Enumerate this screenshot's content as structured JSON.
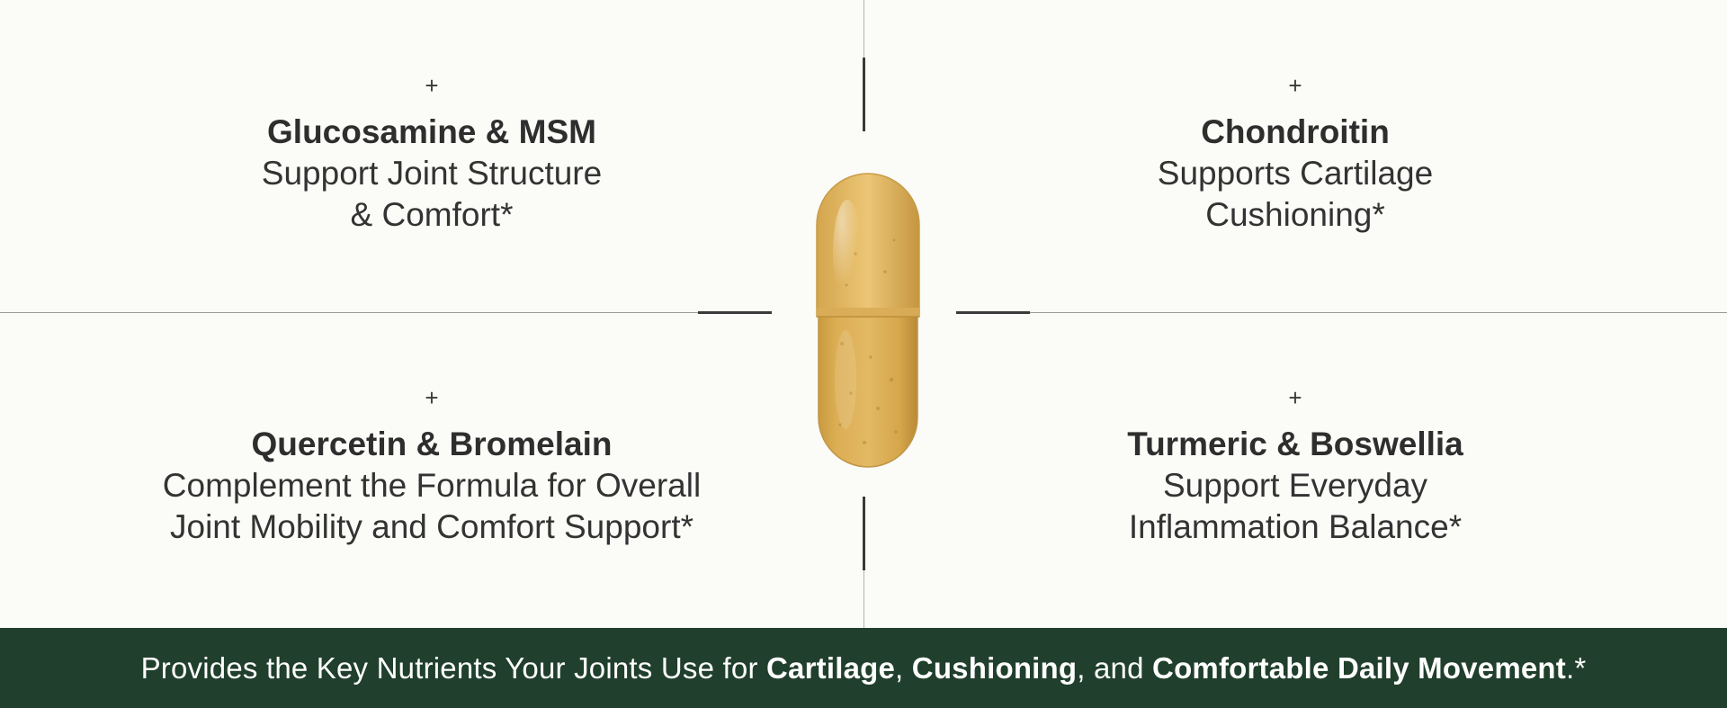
{
  "quadrants": {
    "top_left": {
      "marker": "+",
      "title": "Glucosamine & MSM",
      "line1": "Support Joint Structure",
      "line2": "& Comfort*"
    },
    "top_right": {
      "marker": "+",
      "title": "Chondroitin",
      "line1": "Supports Cartilage",
      "line2": "Cushioning*"
    },
    "bottom_left": {
      "marker": "+",
      "title": "Quercetin & Bromelain",
      "line1": "Complement the Formula for Overall",
      "line2": "Joint Mobility and Comfort Support*"
    },
    "bottom_right": {
      "marker": "+",
      "title": "Turmeric & Boswellia",
      "line1": "Support Everyday",
      "line2": "Inflammation Balance*"
    }
  },
  "footer": {
    "part1": "Provides the Key Nutrients Your Joints Use for ",
    "bold1": "Cartilage",
    "sep1": ", ",
    "bold2": "Cushioning",
    "sep2": ", and ",
    "bold3": "Comfortable Daily Movement",
    "end": ".*"
  },
  "colors": {
    "background": "#fbfbf8",
    "footer_bg": "#203f2c",
    "capsule": "#d9a94a"
  },
  "image": {
    "capsule": "capsule-image"
  }
}
